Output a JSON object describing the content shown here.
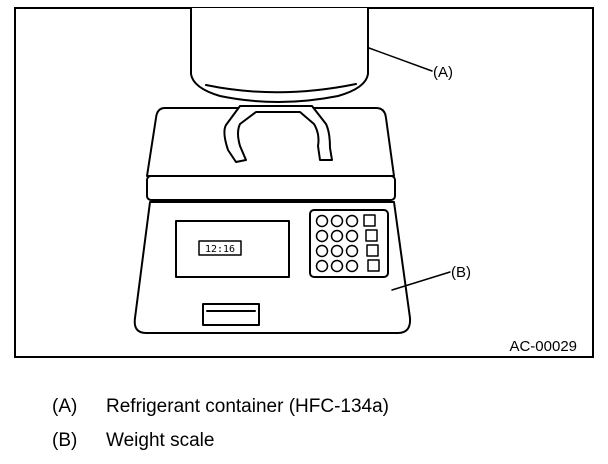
{
  "figure": {
    "code": "AC-00029",
    "callouts": {
      "a": "(A)",
      "b": "(B)"
    },
    "display_reading": "12:16"
  },
  "legend": [
    {
      "key": "(A)",
      "text": "Refrigerant container (HFC-134a)"
    },
    {
      "key": "(B)",
      "text": "Weight scale"
    }
  ]
}
